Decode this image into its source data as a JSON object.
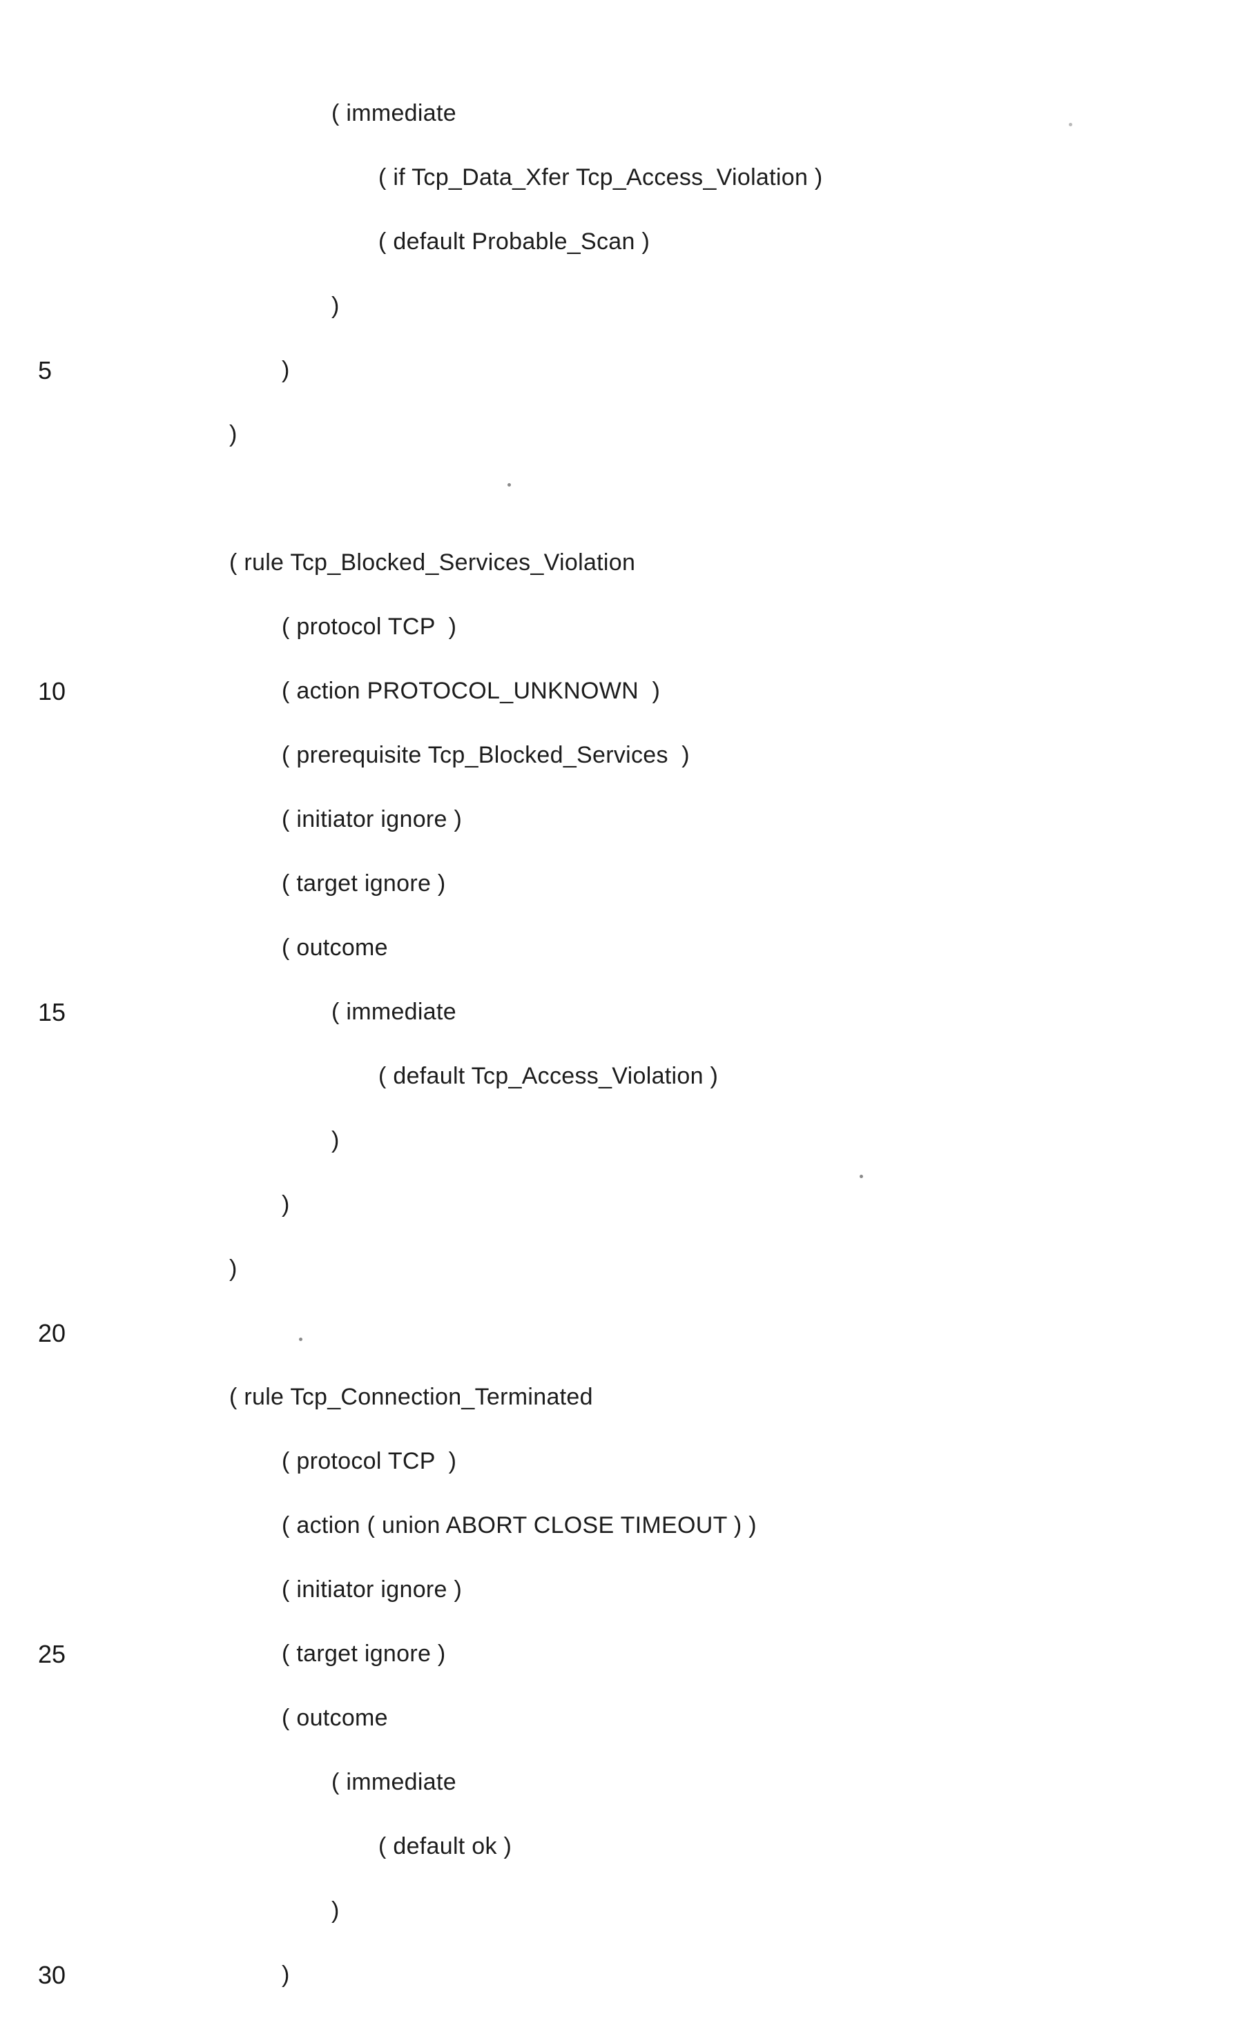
{
  "page": {
    "kind": "scanned-code-listing",
    "background_color": "#ffffff",
    "text_color": "#1c1c1c"
  },
  "lines": [
    {
      "num": "",
      "indent": 2,
      "text": "( immediate"
    },
    {
      "num": "",
      "indent": 3,
      "text": "( if Tcp_Data_Xfer Tcp_Access_Violation )"
    },
    {
      "num": "",
      "indent": 3,
      "text": "( default Probable_Scan )"
    },
    {
      "num": "",
      "indent": 2,
      "text": ")"
    },
    {
      "num": "5",
      "indent": 1,
      "text": ")"
    },
    {
      "num": "",
      "indent": 0,
      "text": ")"
    },
    {
      "num": "",
      "indent": 0,
      "text": ""
    },
    {
      "num": "",
      "indent": 0,
      "text": "( rule Tcp_Blocked_Services_Violation"
    },
    {
      "num": "",
      "indent": 1,
      "text": "( protocol TCP  )"
    },
    {
      "num": "10",
      "indent": 1,
      "text": "( action PROTOCOL_UNKNOWN  )"
    },
    {
      "num": "",
      "indent": 1,
      "text": "( prerequisite Tcp_Blocked_Services  )"
    },
    {
      "num": "",
      "indent": 1,
      "text": "( initiator ignore )"
    },
    {
      "num": "",
      "indent": 1,
      "text": "( target ignore )"
    },
    {
      "num": "",
      "indent": 1,
      "text": "( outcome"
    },
    {
      "num": "15",
      "indent": 2,
      "text": "( immediate"
    },
    {
      "num": "",
      "indent": 3,
      "text": "( default Tcp_Access_Violation )"
    },
    {
      "num": "",
      "indent": 2,
      "text": ")"
    },
    {
      "num": "",
      "indent": 1,
      "text": ")"
    },
    {
      "num": "",
      "indent": 0,
      "text": ")"
    },
    {
      "num": "20",
      "indent": 0,
      "text": ""
    },
    {
      "num": "",
      "indent": 0,
      "text": "( rule Tcp_Connection_Terminated"
    },
    {
      "num": "",
      "indent": 1,
      "text": "( protocol TCP  )"
    },
    {
      "num": "",
      "indent": 1,
      "text": "( action ( union ABORT CLOSE TIMEOUT ) )"
    },
    {
      "num": "",
      "indent": 1,
      "text": "( initiator ignore )"
    },
    {
      "num": "25",
      "indent": 1,
      "text": "( target ignore )"
    },
    {
      "num": "",
      "indent": 1,
      "text": "( outcome"
    },
    {
      "num": "",
      "indent": 2,
      "text": "( immediate"
    },
    {
      "num": "",
      "indent": 3,
      "text": "( default ok )"
    },
    {
      "num": "",
      "indent": 2,
      "text": ")"
    },
    {
      "num": "30",
      "indent": 1,
      "text": ")"
    }
  ]
}
